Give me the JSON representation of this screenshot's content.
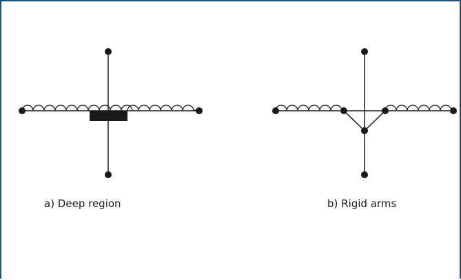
{
  "diagram": {
    "panels": [
      {
        "id": "a",
        "caption": "a)  Deep region"
      },
      {
        "id": "b",
        "caption": "b)  Rigid arms"
      }
    ],
    "colors": {
      "frame": "#1f4e79",
      "ink": "#1a1a1a"
    }
  }
}
